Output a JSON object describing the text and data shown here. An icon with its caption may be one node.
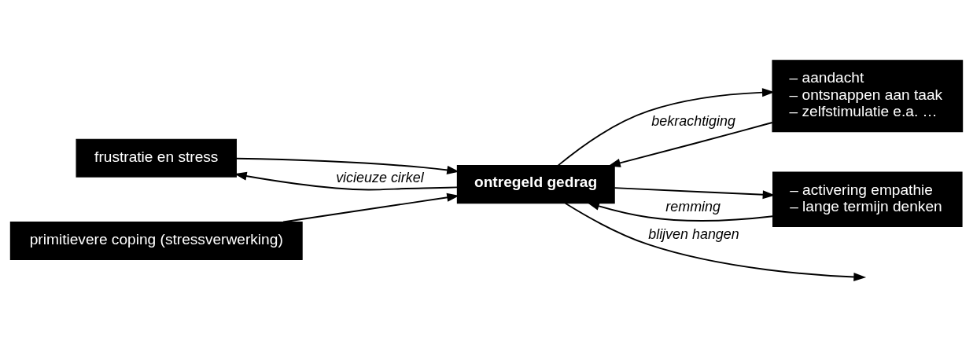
{
  "diagram": {
    "nodes": [
      {
        "text": [
          "frustratie en stress"
        ]
      },
      {
        "text": [
          "ontregeld gedrag"
        ]
      },
      {
        "text": [
          "– aandacht",
          "– ontsnappen aan taak",
          "– zelfstimulatie e.a. …"
        ]
      },
      {
        "text": [
          "primitievere coping (stressverwerking)"
        ]
      },
      {
        "text": [
          "– activering empathie",
          "– lange termijn denken"
        ]
      }
    ],
    "edges": [
      {
        "from": 1,
        "to": 0,
        "arrow": "to",
        "label": "vicieuze cirkel"
      },
      {
        "from": 2,
        "to": 1,
        "arrow": "to",
        "label": "bekrachtiging"
      },
      {
        "from": 1,
        "to": 2,
        "arrow": "to"
      },
      {
        "from": 0,
        "to": 1,
        "arrow": "to"
      },
      {
        "from": 3,
        "to": 1,
        "arrow": "to"
      },
      {
        "from": 1,
        "to": null,
        "arrow": "to",
        "label": "blijven hangen"
      },
      {
        "from": 1,
        "to": 4,
        "arrow": "to"
      },
      {
        "from": 4,
        "to": 1,
        "arrow": "to",
        "label": "remming"
      }
    ]
  }
}
